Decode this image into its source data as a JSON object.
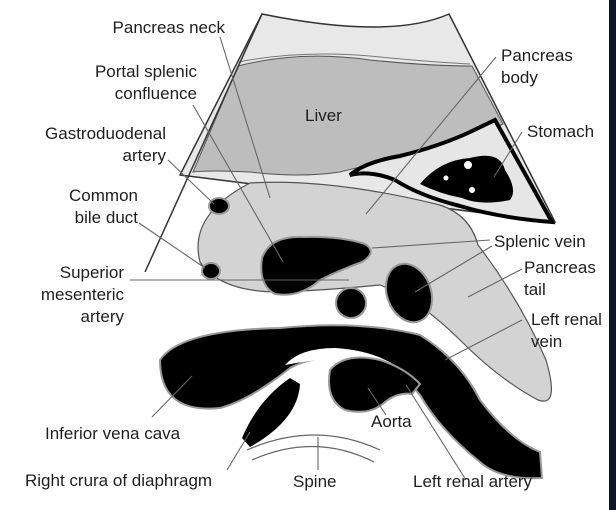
{
  "diagram": {
    "title": "Transverse ultrasound anatomy of the pancreas",
    "colors": {
      "background": "#ffffff",
      "pancreas": "#d3d3d3",
      "liver": "#bdbdbd",
      "fan_light": "#e6e6e6",
      "vessels": "#000000",
      "edge": "#0d1626",
      "text": "#1e1e1e"
    },
    "labels": {
      "pancreas_neck": "Pancreas neck",
      "portal_splenic_1": "Portal splenic",
      "portal_splenic_2": "confluence",
      "gastroduodenal_1": "Gastroduodenal",
      "gastroduodenal_2": "artery",
      "common_bile_1": "Common",
      "common_bile_2": "bile duct",
      "sma_1": "Superior",
      "sma_2": "mesenteric",
      "sma_3": "artery",
      "ivc": "Inferior vena cava",
      "right_crura": "Right crura of diaphragm",
      "spine": "Spine",
      "aorta": "Aorta",
      "left_renal_artery": "Left renal artery",
      "liver": "Liver",
      "pancreas_body_1": "Pancreas",
      "pancreas_body_2": "body",
      "stomach": "Stomach",
      "splenic_vein": "Splenic vein",
      "pancreas_tail_1": "Pancreas",
      "pancreas_tail_2": "tail",
      "left_renal_vein_1": "Left renal",
      "left_renal_vein_2": "vein"
    }
  }
}
